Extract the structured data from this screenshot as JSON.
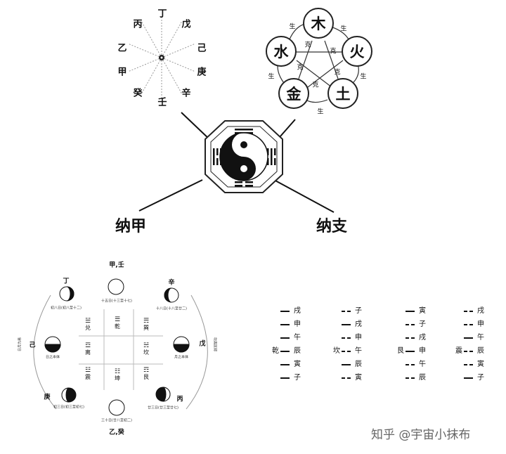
{
  "stems_wheel": {
    "top": "丁",
    "top_left": "丙",
    "top_right": "戊",
    "left_upper": "乙",
    "right_upper": "己",
    "left_mid": "甲",
    "right_mid": "庚",
    "left_lower": "癸",
    "right_lower": "辛",
    "bottom": "壬"
  },
  "five_elements": {
    "wood": "木",
    "fire": "火",
    "earth": "土",
    "metal": "金",
    "water": "水",
    "generate_label": "生",
    "control_label": "克"
  },
  "titles": {
    "najia": "纳甲",
    "nazhi": "纳支"
  },
  "moon_diagram": {
    "top_stems": "甲,壬",
    "top_label": "十五日(十三至十七)",
    "ding": "丁",
    "ding_label": "初八日(初八至十二)",
    "xin": "辛",
    "xin_label": "十八日(十八至廿二)",
    "ji": "己",
    "ji_label": "日之本体",
    "wu": "戊",
    "wu_label": "月之本体",
    "geng": "庚",
    "geng_label": "初三日(初三至初七)",
    "bing": "丙",
    "bing_label": "廿三日(廿三至廿七)",
    "bottom_label": "三十日(廿八至初二)",
    "bottom_stems": "乙,癸",
    "left_arc_label": "日月为易",
    "right_arc_label": "坎离匡郭",
    "trigrams": {
      "dui": "兑",
      "qian": "乾",
      "xun": "巽",
      "li": "离",
      "kan": "坎",
      "zhen": "震",
      "kun": "坤",
      "gen": "艮"
    }
  },
  "nazhi": {
    "qian": {
      "name": "乾",
      "branches": [
        "戌",
        "申",
        "午",
        "辰",
        "寅",
        "子"
      ]
    },
    "kan": {
      "name": "坎",
      "branches": [
        "子",
        "戌",
        "申",
        "午",
        "辰",
        "寅"
      ]
    },
    "gen": {
      "name": "艮",
      "branches": [
        "寅",
        "子",
        "戌",
        "申",
        "午",
        "辰"
      ]
    },
    "zhen": {
      "name": "震",
      "branches": [
        "戌",
        "申",
        "午",
        "辰",
        "寅",
        "子"
      ]
    }
  },
  "watermark": "知乎 @宇宙小抹布"
}
